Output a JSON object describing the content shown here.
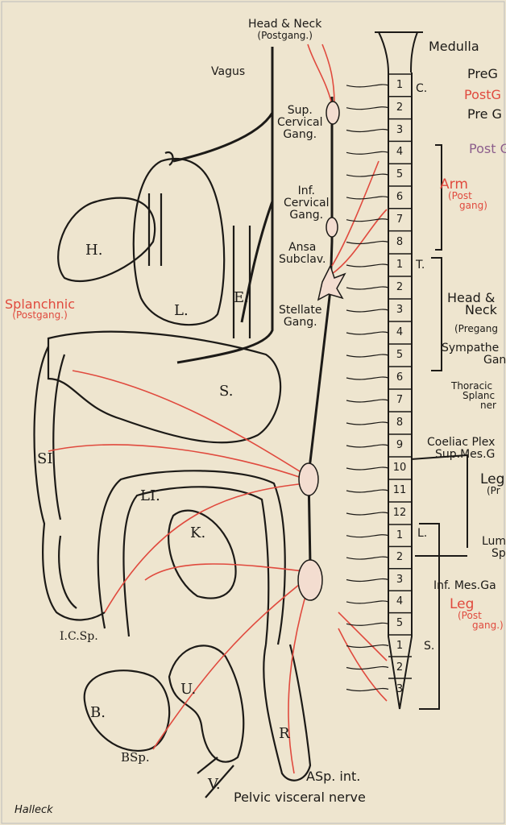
{
  "colors": {
    "ink": "#1c1a17",
    "postganglionic": "#e04a3e",
    "sensory": "#8c5e8c",
    "paper": "#eee5cf"
  },
  "left_labels": {
    "head_neck": "Head & Neck",
    "head_neck_sub": "(Postgang.)",
    "vagus": "Vagus",
    "sup_cervical": [
      "Sup.",
      "Cervical",
      "Gang."
    ],
    "inf_cervical": [
      "Inf.",
      "Cervical",
      "Gang."
    ],
    "ansa": [
      "Ansa",
      "Subclav."
    ],
    "stellate": [
      "Stellate",
      "Gang."
    ],
    "splanchnic": "Splanchnic",
    "splanchnic_sub": "(Postgang.)",
    "pelvic": "Pelvic visceral nerve",
    "signature": "Halleck"
  },
  "organs": {
    "heart": "H.",
    "lung": "L.",
    "esophagus": "E.",
    "stomach": "S.",
    "small_int": "SI",
    "large_int": "LI.",
    "kidney": "K.",
    "ic_sphincter": "I.C.Sp.",
    "bladder": "B.",
    "bladder_sphincter": "BSp.",
    "uterus": "U.",
    "rectum": "R",
    "vagina": "V.",
    "anal_sphincter": "ASp. int."
  },
  "right_labels": {
    "medulla": "Medulla",
    "legend": [
      {
        "text": "PreG",
        "color": "ink"
      },
      {
        "text": "PostG",
        "color": "postganglionic"
      },
      {
        "text": "Pre G",
        "color": "ink"
      },
      {
        "text": "Post G",
        "color": "sensory"
      }
    ],
    "c": "C.",
    "t": "T.",
    "l": "L.",
    "s": "S.",
    "arm": "Arm",
    "arm_sub": [
      "(Post",
      "gang)"
    ],
    "head_neck": [
      "Head &",
      "Neck"
    ],
    "pregang": "(Pregang",
    "sympathetic": [
      "Sympathe",
      "Gan"
    ],
    "thoracic": [
      "Thoracic",
      "Splanc",
      "ner"
    ],
    "coeliac": [
      "Coeliac Plex",
      "Sup.Mes.G"
    ],
    "leg_pre": "Leg",
    "leg_pre_sub": "(Pr",
    "lumbar": [
      "Lum",
      "Sp"
    ],
    "inf_mes": "Inf. Mes.Ga",
    "leg_post": "Leg",
    "leg_post_sub": [
      "(Post",
      "gang.)"
    ]
  },
  "segments": {
    "cervical": [
      "1",
      "2",
      "3",
      "4",
      "5",
      "6",
      "7",
      "8"
    ],
    "thoracic": [
      "1",
      "2",
      "3",
      "4",
      "5",
      "6",
      "7",
      "8",
      "9",
      "10",
      "11",
      "12"
    ],
    "lumbar": [
      "1",
      "2",
      "3",
      "4",
      "5"
    ],
    "sacral": [
      "1",
      "2",
      "3"
    ]
  }
}
